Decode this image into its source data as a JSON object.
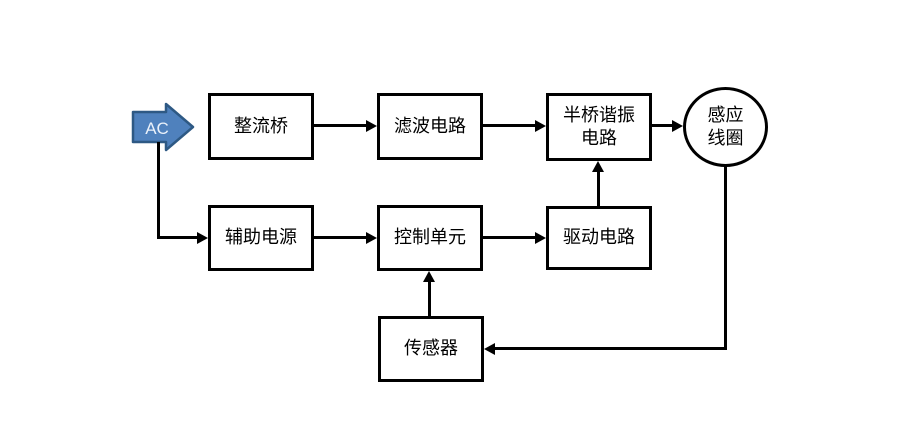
{
  "diagram": {
    "type": "block-diagram",
    "background": "#ffffff",
    "nodes": [
      {
        "id": "ac",
        "label": "AC",
        "shape": "block-arrow"
      },
      {
        "id": "rectifier",
        "label": "整流桥",
        "shape": "rect"
      },
      {
        "id": "filter",
        "label": "滤波电路",
        "shape": "rect"
      },
      {
        "id": "half_bridge",
        "label": "半桥谐振电路",
        "lines": [
          "半桥谐振",
          "电路"
        ],
        "shape": "rect"
      },
      {
        "id": "coil",
        "label": "感应线圈",
        "lines": [
          "感应",
          "线圈"
        ],
        "shape": "circle"
      },
      {
        "id": "aux_power",
        "label": "辅助电源",
        "shape": "rect"
      },
      {
        "id": "control",
        "label": "控制单元",
        "shape": "rect"
      },
      {
        "id": "drive",
        "label": "驱动电路",
        "shape": "rect"
      },
      {
        "id": "sensor",
        "label": "传感器",
        "shape": "rect"
      }
    ],
    "edges": [
      {
        "from": "ac",
        "to": "rectifier"
      },
      {
        "from": "ac",
        "to": "aux_power"
      },
      {
        "from": "rectifier",
        "to": "filter"
      },
      {
        "from": "filter",
        "to": "half_bridge"
      },
      {
        "from": "half_bridge",
        "to": "coil"
      },
      {
        "from": "aux_power",
        "to": "control"
      },
      {
        "from": "control",
        "to": "drive"
      },
      {
        "from": "drive",
        "to": "half_bridge"
      },
      {
        "from": "sensor",
        "to": "control"
      },
      {
        "from": "coil",
        "to": "sensor"
      }
    ],
    "colors": {
      "line": "#000000",
      "box_border": "#000000",
      "box_fill": "#ffffff",
      "ac_arrow_fill": "#4F81BD",
      "ac_arrow_border": "#2E5984",
      "ac_text": "#eaf1fa"
    }
  }
}
